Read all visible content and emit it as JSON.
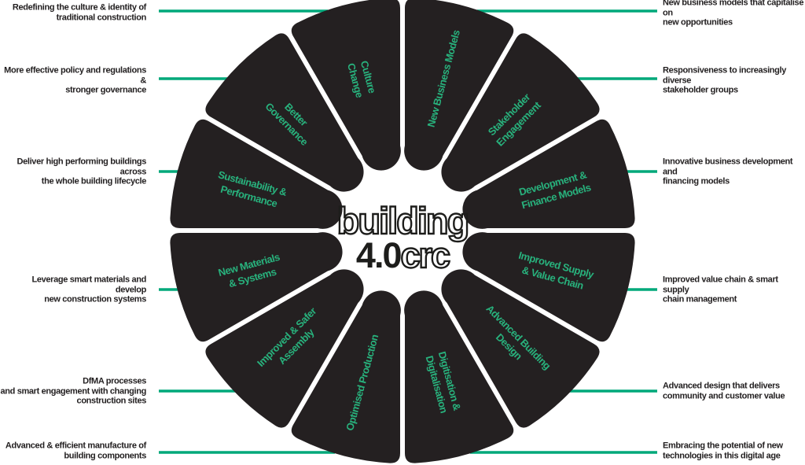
{
  "colors": {
    "accent_line": "#00A87A",
    "segment_label_text": "#28B27D",
    "segment_fill": "#242021",
    "annotation_text": "#232021",
    "logo_dark": "#1D1D1B"
  },
  "logo": {
    "word_top": "building",
    "number": "4.0",
    "word_bottom": "crc"
  },
  "segments": [
    {
      "id": "new-business-models",
      "angle": 15,
      "lines": [
        "New Business Models"
      ]
    },
    {
      "id": "stakeholder-engagement",
      "angle": 45,
      "lines": [
        "Stakeholder",
        "Engagement"
      ]
    },
    {
      "id": "development-finance-models",
      "angle": 75,
      "lines": [
        "Development &",
        "Finance Models"
      ]
    },
    {
      "id": "improved-supply-value-chain",
      "angle": 105,
      "lines": [
        "Improved Supply",
        "& Value Chain"
      ]
    },
    {
      "id": "advanced-building-design",
      "angle": 135,
      "lines": [
        "Advanced Building",
        "Design"
      ]
    },
    {
      "id": "digitisation-digitalisation",
      "angle": 165,
      "lines": [
        "Digitisation &",
        "Digitalisation"
      ]
    },
    {
      "id": "optimised-production",
      "angle": 195,
      "lines": [
        "Optimised Production"
      ]
    },
    {
      "id": "improved-safer-assembly",
      "angle": 225,
      "lines": [
        "Improved & Safer",
        "Assembly"
      ]
    },
    {
      "id": "new-materials-systems",
      "angle": 255,
      "lines": [
        "New Materials",
        "& Systems"
      ]
    },
    {
      "id": "sustainability-performance",
      "angle": 285,
      "lines": [
        "Sustainability &",
        "Performance"
      ]
    },
    {
      "id": "better-governance",
      "angle": 315,
      "lines": [
        "Better",
        "Governance"
      ]
    },
    {
      "id": "culture-change",
      "angle": 345,
      "lines": [
        "Culture",
        "Change"
      ]
    }
  ],
  "annotations": {
    "left": [
      {
        "text": "Redefining the culture & identity of\ntraditional construction"
      },
      {
        "text": "More effective policy and regulations &\nstronger governance"
      },
      {
        "text": "Deliver high performing buildings across\nthe whole building lifecycle"
      },
      {
        "text": "Leverage smart materials and develop\nnew construction systems"
      },
      {
        "text": "DfMA processes\nand smart engagement with changing\nconstruction sites"
      },
      {
        "text": "Advanced & efficient manufacture of\nbuilding components"
      }
    ],
    "right": [
      {
        "text": "New business models that capitalise on\nnew opportunities"
      },
      {
        "text": "Responsiveness to increasingly diverse\nstakeholder groups"
      },
      {
        "text": "Innovative business development and\nfinancing models"
      },
      {
        "text": "Improved value chain & smart supply\nchain management"
      },
      {
        "text": "Advanced design that delivers\ncommunity and customer value"
      },
      {
        "text": "Embracing the potential of new\ntechnologies in this digital age"
      }
    ]
  }
}
